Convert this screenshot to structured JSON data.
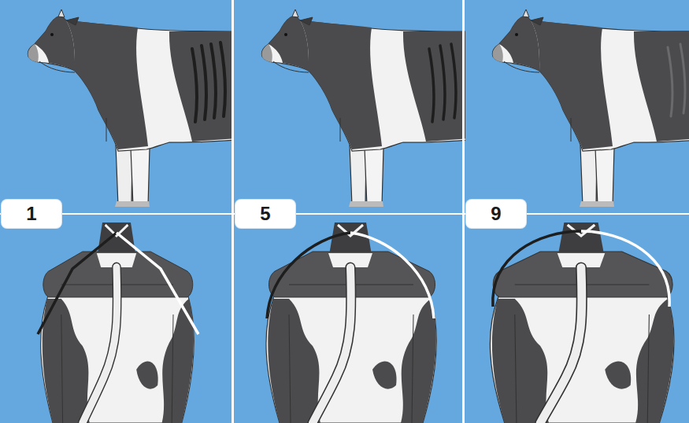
{
  "diagram": {
    "nodes": [
      {
        "text": [
          "1"
        ]
      },
      {
        "text": [
          "5"
        ]
      },
      {
        "text": [
          "9"
        ]
      }
    ]
  }
}
